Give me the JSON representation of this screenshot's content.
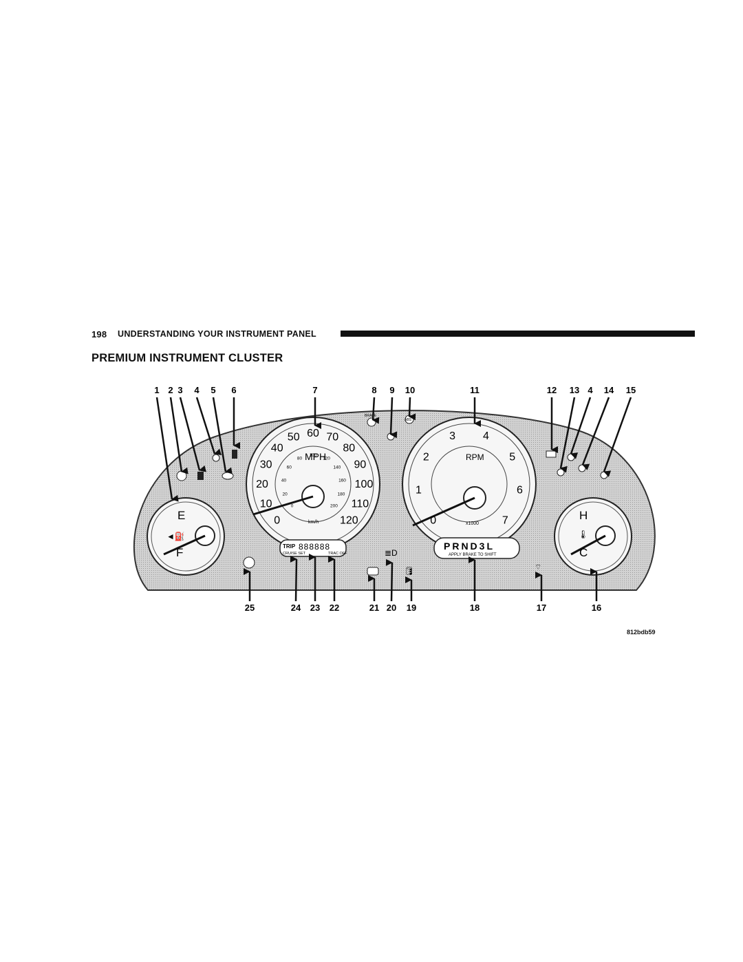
{
  "header": {
    "page_number": "198",
    "section": "UNDERSTANDING YOUR INSTRUMENT PANEL"
  },
  "title": "PREMIUM INSTRUMENT CLUSTER",
  "figure": {
    "id": "812bdb59",
    "callouts_top": [
      "1",
      "2",
      "3",
      "4",
      "5",
      "6",
      "7",
      "8",
      "9",
      "10",
      "11",
      "12",
      "13",
      "4",
      "14",
      "15"
    ],
    "callouts_bottom": [
      "25",
      "24",
      "23",
      "22",
      "21",
      "20",
      "19",
      "18",
      "17",
      "16"
    ],
    "fuel_gauge": {
      "empty": "E",
      "full": "F"
    },
    "speedometer": {
      "mph_ticks": [
        "0",
        "10",
        "20",
        "30",
        "40",
        "50",
        "60",
        "70",
        "80",
        "90",
        "100",
        "110",
        "120"
      ],
      "kmh_ticks": [
        "0",
        "20",
        "40",
        "60",
        "80",
        "100",
        "120",
        "140",
        "160",
        "180",
        "200"
      ],
      "unit_mph": "MPH",
      "unit_kmh": "km/h"
    },
    "tachometer": {
      "ticks": [
        "0",
        "1",
        "2",
        "3",
        "4",
        "5",
        "6",
        "7"
      ],
      "unit": "RPM",
      "multiplier": "x1000"
    },
    "temp_gauge": {
      "hot": "H",
      "cold": "C"
    },
    "odometer": {
      "trip_label": "TRIP",
      "digits": "888888",
      "cruise_label": "CRUISE SET",
      "trac_label": "TRAC OFF"
    },
    "prndl": {
      "gears": "PRND3L",
      "apply_brake": "APPLY BRAKE TO SHIFT"
    },
    "brake_label": "BRAKE",
    "abs_label": "ABS"
  }
}
